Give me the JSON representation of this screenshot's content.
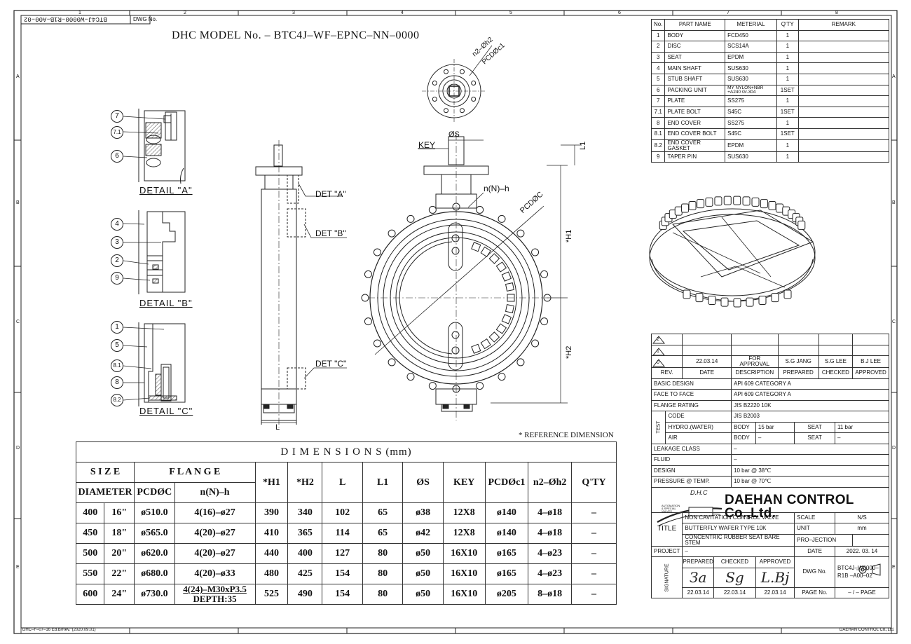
{
  "drawing": {
    "model_title": "DHC MODEL No. – BTC4J–WF–EPNC–NN–0000",
    "dwg_no_label": "DWG No.",
    "dwg_no_rotated": "BTC4J–W0000–R1B–A00–02",
    "footer_left": "DHC–F–07–16 Ed.B/Rev.°(2020.09.01)",
    "footer_right": "DAEHAN CONTROL Co.,Ltd.",
    "reference_note": "* REFERENCE DIMENSION",
    "grid_cols": [
      "1",
      "2",
      "3",
      "4",
      "5",
      "6",
      "7",
      "8"
    ],
    "grid_rows": [
      "A",
      "B",
      "C",
      "D",
      "E"
    ]
  },
  "details": {
    "detail_a": "DETAIL \"A\"",
    "detail_b": "DETAIL \"B\"",
    "detail_c": "DETAIL \"C\"",
    "balloons_a": [
      "7",
      "7.1",
      "6"
    ],
    "balloons_b": [
      "4",
      "3",
      "2",
      "9"
    ],
    "balloons_c": [
      "1",
      "5",
      "8.1",
      "8",
      "8.2"
    ]
  },
  "callouts": {
    "det_a": "DET \"A\"",
    "det_b": "DET \"B\"",
    "det_c": "DET \"C\"",
    "key": "KEY",
    "os": "ØS",
    "l1": "L1",
    "h1": "*H1",
    "h2": "*H2",
    "nnh": "n(N)–h",
    "pcdc": "PCDØC",
    "n2h2": "n2–Øh2",
    "pcdc1": "PCDØc1",
    "l": "L"
  },
  "parts": {
    "headers": [
      "No.",
      "PART NAME",
      "METERIAL",
      "Q'TY",
      "REMARK"
    ],
    "rows": [
      [
        "1",
        "BODY",
        "FCD450",
        "1",
        ""
      ],
      [
        "2",
        "DISC",
        "SCS14A",
        "1",
        ""
      ],
      [
        "3",
        "SEAT",
        "EPDM",
        "1",
        ""
      ],
      [
        "4",
        "MAIN SHAFT",
        "SUS630",
        "1",
        ""
      ],
      [
        "5",
        "STUB SHAFT",
        "SUS630",
        "1",
        ""
      ],
      [
        "6",
        "PACKING UNIT",
        "MY NYLON+NBR +A240 Gr.304",
        "1SET",
        ""
      ],
      [
        "7",
        "PLATE",
        "SS275",
        "1",
        ""
      ],
      [
        "7.1",
        "PLATE BOLT",
        "S45C",
        "1SET",
        ""
      ],
      [
        "8",
        "END COVER",
        "SS275",
        "1",
        ""
      ],
      [
        "8.1",
        "END COVER BOLT",
        "S45C",
        "1SET",
        ""
      ],
      [
        "8.2",
        "END COVER GASKET",
        "EPDM",
        "1",
        ""
      ],
      [
        "9",
        "TAPER PIN",
        "SUS630",
        "1",
        ""
      ]
    ]
  },
  "dimensions": {
    "title": "D I M E N S I O N S (mm)",
    "size_label": "S I Z E",
    "flange_label": "F L A N G E",
    "diameter_label": "DIAMETER",
    "col_pcdc": "PCDØC",
    "col_nnh": "n(N)–h",
    "col_h1": "*H1",
    "col_h2": "*H2",
    "col_l": "L",
    "col_l1": "L1",
    "col_os": "ØS",
    "col_key": "KEY",
    "col_pcdc1": "PCDØc1",
    "col_n2h2": "n2–Øh2",
    "col_qty": "Q'TY",
    "rows": [
      [
        "400",
        "16\"",
        "ø510.0",
        "4(16)–ø27",
        "390",
        "340",
        "102",
        "65",
        "ø38",
        "12X8",
        "ø140",
        "4–ø18",
        "–"
      ],
      [
        "450",
        "18\"",
        "ø565.0",
        "4(20)–ø27",
        "410",
        "365",
        "114",
        "65",
        "ø42",
        "12X8",
        "ø140",
        "4–ø18",
        "–"
      ],
      [
        "500",
        "20\"",
        "ø620.0",
        "4(20)–ø27",
        "440",
        "400",
        "127",
        "80",
        "ø50",
        "16X10",
        "ø165",
        "4–ø23",
        "–"
      ],
      [
        "550",
        "22\"",
        "ø680.0",
        "4(20)–ø33",
        "480",
        "425",
        "154",
        "80",
        "ø50",
        "16X10",
        "ø165",
        "4–ø23",
        "–"
      ]
    ],
    "row600": {
      "size": "600",
      "dia": "24\"",
      "pcdc": "ø730.0",
      "nnh_line1": "4(24)–M30xP3.5",
      "nnh_line2": "DEPTH:35",
      "h1": "525",
      "h2": "490",
      "l": "154",
      "l1": "80",
      "os": "ø50",
      "key": "16X10",
      "pcdc1": "ø205",
      "n2h2": "8–ø18",
      "qty": "–"
    }
  },
  "revisions": {
    "rev_marks": [
      "2",
      "1",
      "0"
    ],
    "rev0": {
      "date": "22.03.14",
      "desc": "FOR APPROVAL",
      "prepared": "S.G JANG",
      "checked": "S.G LEE",
      "approved": "B.J LEE"
    },
    "headers": [
      "REV.",
      "DATE",
      "DESCRIPTION",
      "PREPARED",
      "CHECKED",
      "APPROVED"
    ]
  },
  "spec": {
    "basic_design_label": "BASIC DESIGN",
    "basic_design": "API 609 CATEGORY A",
    "face_label": "FACE TO FACE",
    "face": "API 609 CATEGORY A",
    "flange_label": "FLANGE RATING",
    "flange": "JIS B2220 10K",
    "test_label": "TEST",
    "code_label": "CODE",
    "code": "JIS B2003",
    "hydro_label": "HYDRO.(WATER)",
    "body_label": "BODY",
    "hydro_body": "15 bar",
    "seat_label": "SEAT",
    "hydro_seat": "11 bar",
    "air_label": "AIR",
    "air_body": "–",
    "air_seat": "–",
    "leakage_label": "LEAKAGE CLASS",
    "leakage": "–",
    "fluid_label": "FLUID",
    "fluid": "–",
    "design_label": "DESIGN",
    "design": "10 bar @ 38℃",
    "pressure_label": "PRESSURE @ TEMP.",
    "pressure": "10 bar @ 70℃"
  },
  "company": {
    "logo_text": "D.H.C",
    "logo_small": "AUTOMATION & SPECIAL VALVES",
    "name": "DAEHAN CONTROL Co.,Ltd."
  },
  "title_block": {
    "title_label": "TITLE",
    "title_lines": [
      "NON CAVITATION CONTROL VALVE",
      "BUTTERFLY WAFER TYPE 10K",
      "CONCENTRIC RUBBER SEAT BARE STEM"
    ],
    "scale_label": "SCALE",
    "scale": "N/S",
    "unit_label": "UNIT",
    "unit": "mm",
    "projection_label": "PRO–JECTION",
    "project_label": "PROJECT",
    "project": "–",
    "date_label": "DATE",
    "date": "2022. 03. 14",
    "signature_label": "SIGNATURE",
    "prepared_label": "PREPARED",
    "checked_label": "CHECKED",
    "approved_label": "APPROVED",
    "sig_prepared": "За",
    "sig_checked": "Sg",
    "sig_approved": "L.Bj",
    "sig_date1": "22.03.14",
    "sig_date2": "22.03.14",
    "sig_date3": "22.03.14",
    "dwg_label": "DWG No.",
    "dwg_no": "BTC4J–W0000–R1B –A00–02",
    "page_label": "PAGE No.",
    "page": "– / –  PAGE"
  },
  "colors": {
    "line": "#222222",
    "paper": "#ffffff",
    "hatch": "#555555"
  }
}
